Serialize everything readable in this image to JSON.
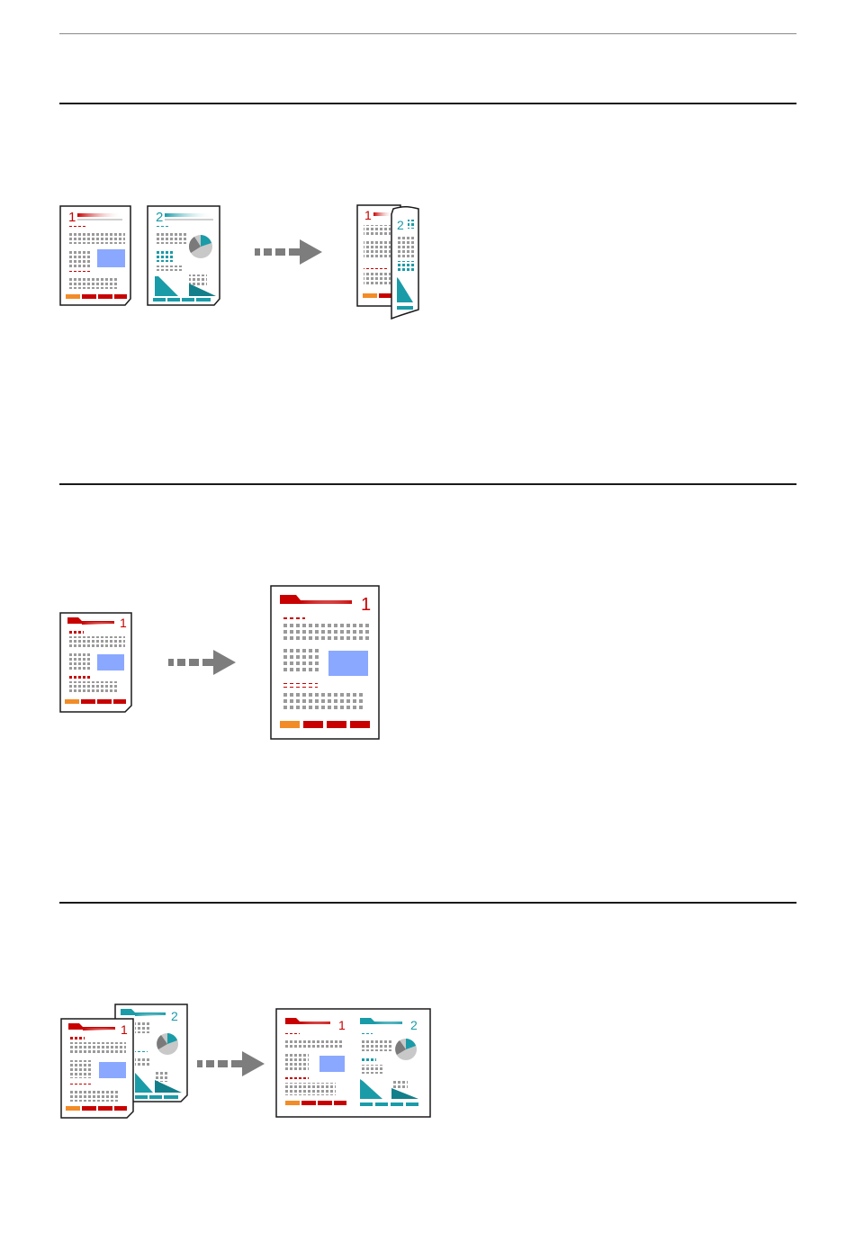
{
  "pages": {
    "one": "1",
    "two": "2"
  },
  "colors": {
    "red": "#c80000",
    "orange": "#f28c28",
    "teal": "#1a9ba8",
    "tealDark": "#127f8a",
    "blue": "#8aa8ff",
    "gray": "#9a9a9a",
    "arrow": "#7d7d7d"
  },
  "sections": [
    {
      "id": "two-sided",
      "icons": [
        "document-page-icon",
        "arrow-right-icon",
        "two-sided-page-icon"
      ]
    },
    {
      "id": "enlarge",
      "icons": [
        "document-page-icon",
        "arrow-right-icon",
        "enlarged-page-icon"
      ]
    },
    {
      "id": "two-up",
      "icons": [
        "stacked-pages-icon",
        "arrow-right-icon",
        "two-up-sheet-icon"
      ]
    }
  ]
}
